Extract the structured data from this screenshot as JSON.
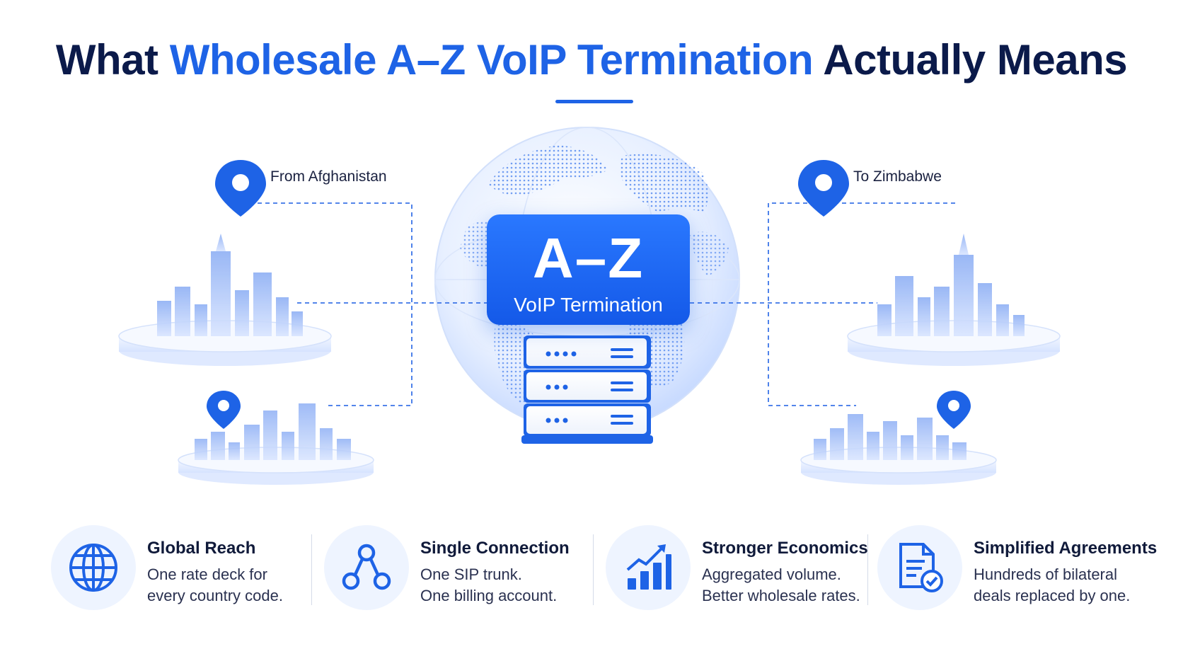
{
  "title": {
    "part1": "What ",
    "part2": "Wholesale A–Z VoIP Termination",
    "part3": " Actually Means"
  },
  "locations": {
    "from": "From Afghanistan",
    "to": "To Zimbabwe"
  },
  "hub": {
    "big": "A–Z",
    "sub": "VoIP Termination"
  },
  "features": [
    {
      "icon": "globe-icon",
      "title": "Global Reach",
      "line1": "One rate deck for",
      "line2": "every country code."
    },
    {
      "icon": "connection-icon",
      "title": "Single Connection",
      "line1": "One SIP trunk.",
      "line2": "One billing account."
    },
    {
      "icon": "growth-chart-icon",
      "title": "Stronger Economics",
      "line1": "Aggregated volume.",
      "line2": "Better wholesale rates."
    },
    {
      "icon": "document-check-icon",
      "title": "Simplified Agreements",
      "line1": "Hundreds of bilateral",
      "line2": "deals replaced by one."
    }
  ],
  "colors": {
    "accent": "#1e63e6",
    "title_dark": "#0b1a4a",
    "light_blue": "#eef4ff"
  }
}
